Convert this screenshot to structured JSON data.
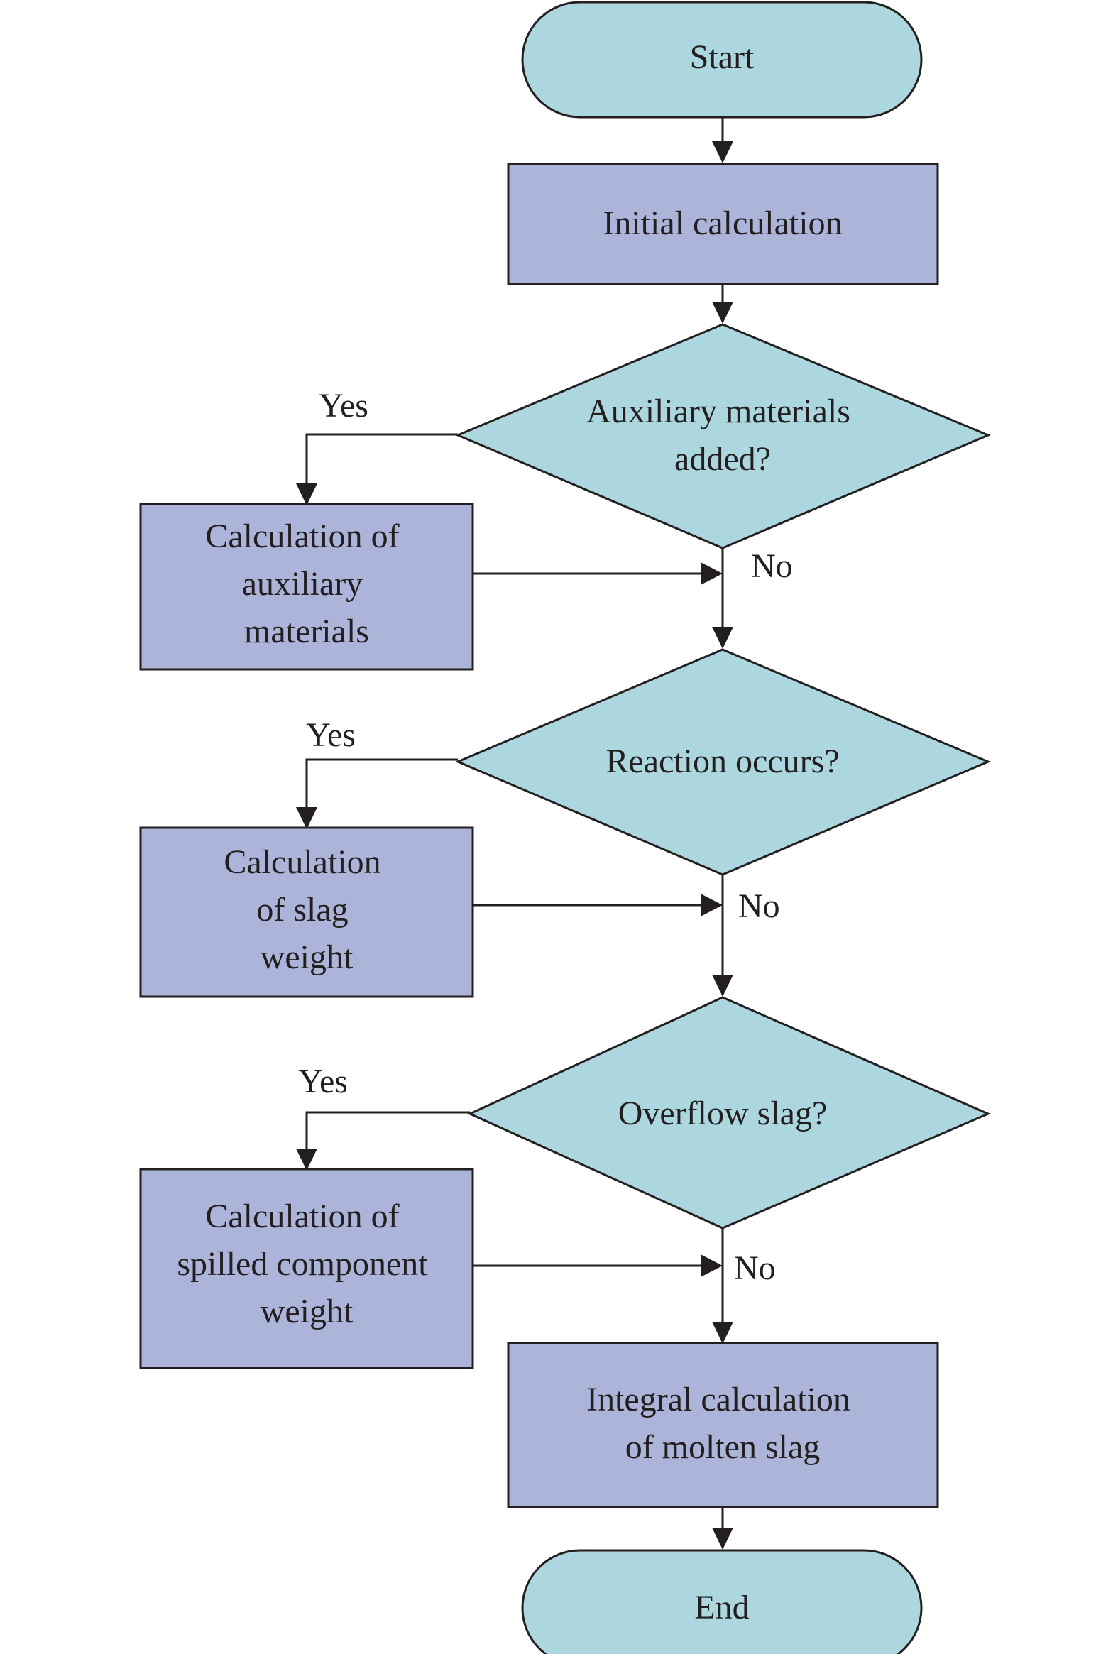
{
  "colors": {
    "terminal_fill": "#acd7de",
    "process_fill": "#acb4da",
    "decision_fill": "#acd7de",
    "line": "#231f20"
  },
  "nodes": {
    "start": {
      "lines": [
        "Start"
      ]
    },
    "initial": {
      "lines": [
        "Initial calculation"
      ]
    },
    "decision1": {
      "lines": [
        "Auxiliary materials",
        "added?"
      ]
    },
    "aux_calc": {
      "lines": [
        "Calculation of",
        "auxiliary",
        "materials"
      ]
    },
    "decision2": {
      "lines": [
        "Reaction occurs?"
      ]
    },
    "slag_calc": {
      "lines": [
        "Calculation",
        "of slag",
        "weight"
      ]
    },
    "decision3": {
      "lines": [
        "Overflow slag?"
      ]
    },
    "spill_calc": {
      "lines": [
        "Calculation of",
        "spilled component",
        "weight"
      ]
    },
    "integral": {
      "lines": [
        "Integral calculation",
        "of molten slag"
      ]
    },
    "end": {
      "lines": [
        "End"
      ]
    }
  },
  "labels": {
    "yes1": "Yes",
    "no1": "No",
    "yes2": "Yes",
    "no2": "No",
    "yes3": "Yes",
    "no3": "No"
  }
}
